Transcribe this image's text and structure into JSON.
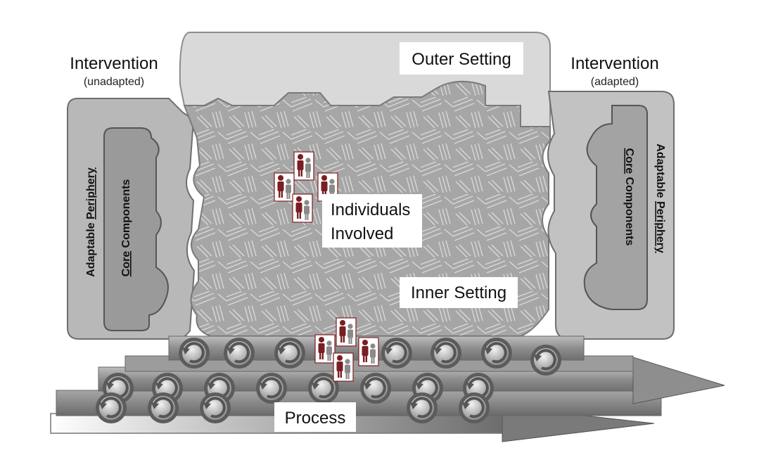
{
  "labels": {
    "outer_setting": "Outer Setting",
    "inner_setting": "Inner Setting",
    "individuals_line1": "Individuals",
    "individuals_line2": "Involved",
    "process": "Process",
    "intervention_left_title": "Intervention",
    "intervention_left_sub": "(unadapted)",
    "intervention_right_title": "Intervention",
    "intervention_right_sub": "(adapted)",
    "left_adaptable": "Adaptable",
    "left_periphery": "Periphery",
    "left_core": "Core",
    "left_components": "Components",
    "right_adaptable": "Adaptable",
    "right_periphery": "Periphery",
    "right_core": "Core",
    "right_components": "Components"
  },
  "icons": [
    "people-group-icon",
    "people-group-icon",
    "circular-arrow-icon"
  ],
  "colors": {
    "person_red": "#7a1e22",
    "person_gray": "#8a8a8a",
    "outer_fill": "#d8d8d8",
    "inner_fill": "#a8a8a8",
    "intervention_fill": "#b9b9b9"
  }
}
